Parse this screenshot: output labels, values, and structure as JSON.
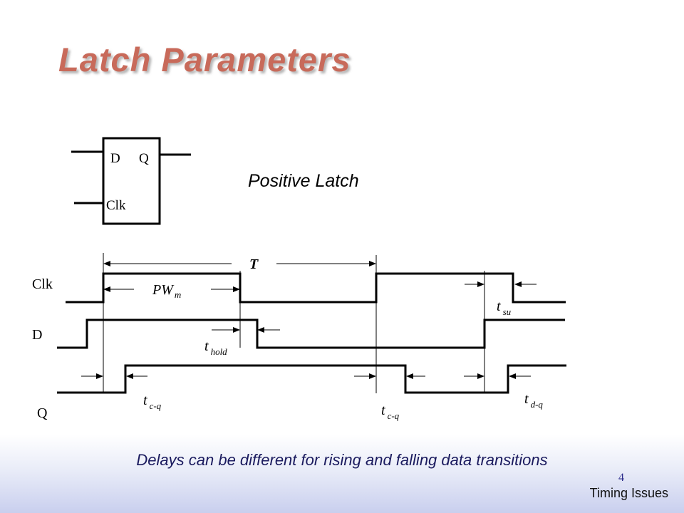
{
  "slide": {
    "title": "Latch Parameters",
    "caption": "Delays can be different for rising and falling data transitions",
    "page_number": "4",
    "footer": "Timing Issues",
    "title_color": "#c86a5a",
    "caption_color": "#1a1a5e"
  },
  "latch_symbol": {
    "pin_d": "D",
    "pin_q": "Q",
    "pin_clk": "Clk",
    "label": "Positive Latch"
  },
  "timing": {
    "signals": {
      "clk": "Clk",
      "d": "D",
      "q": "Q"
    },
    "period_label": "T",
    "pulse_width": {
      "base": "PW",
      "sub": "m"
    },
    "hold": {
      "base": "t",
      "sub": "hold"
    },
    "setup": {
      "base": "t",
      "sub": "su"
    },
    "clk_to_q_1": {
      "base": "t",
      "sub": "c-q"
    },
    "clk_to_q_2": {
      "base": "t",
      "sub": "c-q"
    },
    "d_to_q": {
      "base": "t",
      "sub": "d-q"
    }
  }
}
